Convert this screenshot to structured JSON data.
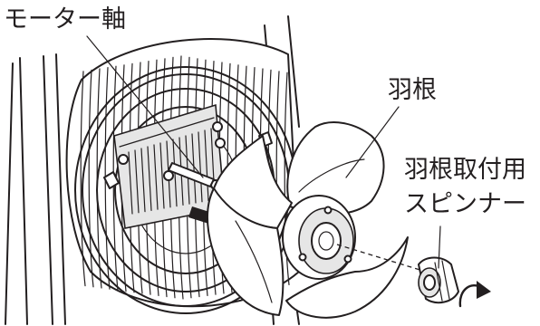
{
  "labels": {
    "motor_shaft": "モーター軸",
    "blade": "羽根",
    "spinner_line1": "羽根取付用",
    "spinner_line2": "スピンナー"
  }
}
